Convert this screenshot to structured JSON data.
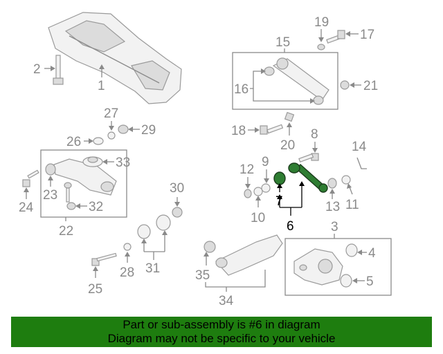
{
  "banner": {
    "line1": "Part or sub-assembly is #6 in diagram",
    "line2": "Diagram may not be specific to your vehicle",
    "background": "#1e7d0f"
  },
  "highlight_color": "#2e7d32",
  "callouts": {
    "c1": "1",
    "c2": "2",
    "c3": "3",
    "c4": "4",
    "c5": "5",
    "c6": "6",
    "c7": "7",
    "c8": "8",
    "c9": "9",
    "c10": "10",
    "c11": "11",
    "c12": "12",
    "c13": "13",
    "c14": "14",
    "c15": "15",
    "c16": "16",
    "c17": "17",
    "c18": "18",
    "c19": "19",
    "c20": "20",
    "c21": "21",
    "c22": "22",
    "c23": "23",
    "c24": "24",
    "c25": "25",
    "c26": "26",
    "c27": "27",
    "c28": "28",
    "c29": "29",
    "c30": "30",
    "c31": "31",
    "c32": "32",
    "c33": "33",
    "c34": "34",
    "c35": "35"
  }
}
